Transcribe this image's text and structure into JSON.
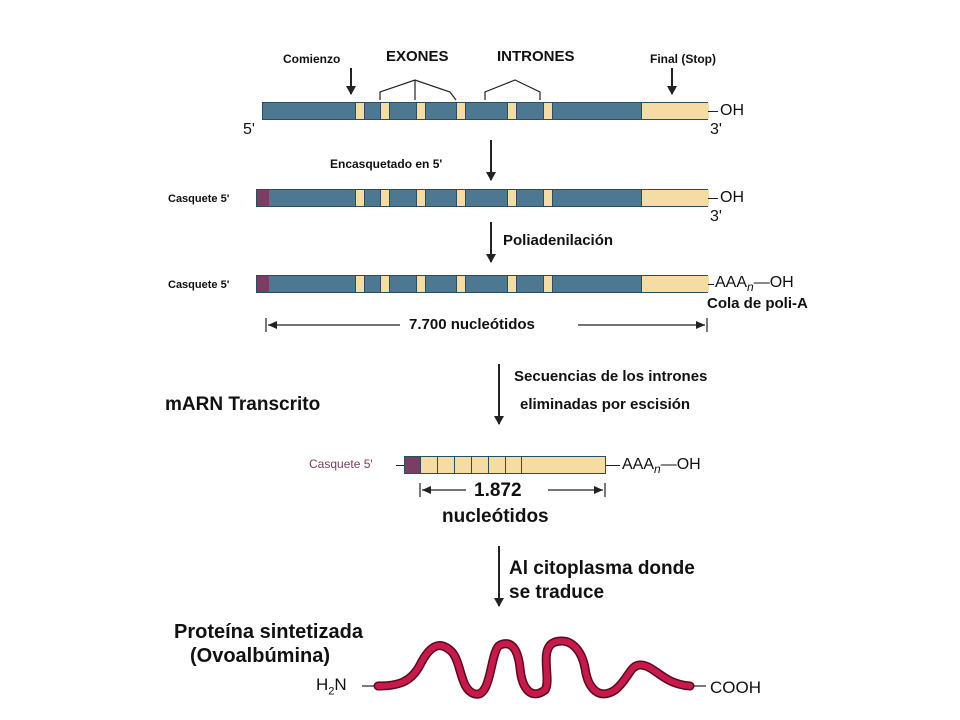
{
  "top": {
    "start_label": "Comienzo",
    "exons_label": "EXONES",
    "introns_label": "INTRONES",
    "stop_label": "Final (Stop)",
    "five_prime": "5'",
    "three_prime": "3'",
    "oh": "OH"
  },
  "step_capping": {
    "label": "Encasquetado en 5'",
    "cap_label": "Casquete 5'",
    "oh": "OH",
    "three_prime": "3'"
  },
  "step_polyA": {
    "label": "Poliadenilación",
    "cap_label": "Casquete 5'",
    "tail_aaa": "AAA",
    "tail_n": "n",
    "tail_oh": "—OH",
    "tail_label": "Cola de poli-A",
    "length": "7.700 nucleótidos"
  },
  "step_splicing": {
    "label_line1": "Secuencias de los intrones",
    "label_line2": "eliminadas por escisión",
    "mrna_label": "mARN Transcrito"
  },
  "mrna": {
    "cap_label": "Casquete 5'",
    "tail_aaa": "AAA",
    "tail_n": "n",
    "tail_oh": "—OH",
    "length_value": "1.872",
    "length_unit": "nucleótidos"
  },
  "translation": {
    "label_line1": "Al citoplasma donde",
    "label_line2": "se traduce"
  },
  "protein": {
    "title_line1": "Proteína sintetizada",
    "title_line2": "(Ovoalbúmina)",
    "n_term_h": "H",
    "n_term_2": "2",
    "n_term_n": "N",
    "c_term": "COOH"
  },
  "colors": {
    "intron": "#4c7891",
    "exon": "#f5dca2",
    "cap": "#7a3e63",
    "protein": "#c8194a"
  }
}
